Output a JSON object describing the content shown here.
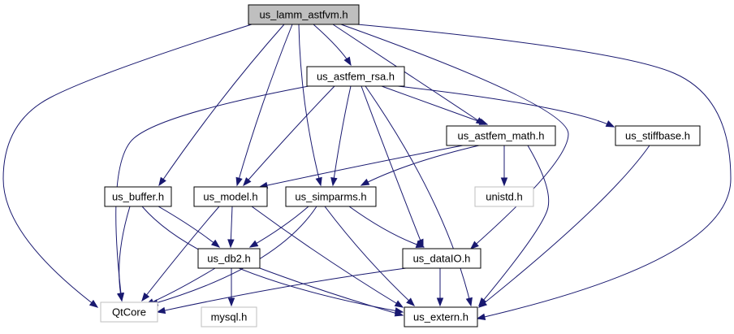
{
  "diagram": {
    "type": "include-dependency-graph",
    "colors": {
      "edge": "#191970",
      "root_fill": "#bfbfbf",
      "node_fill": "#ffffff",
      "node_border": "#000000",
      "missing_border": "#bfbfbf"
    },
    "nodes": [
      {
        "id": "root",
        "label": "us_lamm_astfvm.h",
        "kind": "root"
      },
      {
        "id": "rsa",
        "label": "us_astfem_rsa.h",
        "kind": "file"
      },
      {
        "id": "math",
        "label": "us_astfem_math.h",
        "kind": "file"
      },
      {
        "id": "stiff",
        "label": "us_stiffbase.h",
        "kind": "file"
      },
      {
        "id": "buffer",
        "label": "us_buffer.h",
        "kind": "file"
      },
      {
        "id": "model",
        "label": "us_model.h",
        "kind": "file"
      },
      {
        "id": "simparms",
        "label": "us_simparms.h",
        "kind": "file"
      },
      {
        "id": "unistd",
        "label": "unistd.h",
        "kind": "system"
      },
      {
        "id": "db2",
        "label": "us_db2.h",
        "kind": "file"
      },
      {
        "id": "dataio",
        "label": "us_dataIO.h",
        "kind": "file"
      },
      {
        "id": "qtcore",
        "label": "QtCore",
        "kind": "system"
      },
      {
        "id": "mysql",
        "label": "mysql.h",
        "kind": "system"
      },
      {
        "id": "extern",
        "label": "us_extern.h",
        "kind": "file"
      }
    ],
    "edges": [
      {
        "from": "root",
        "to": "rsa"
      },
      {
        "from": "root",
        "to": "math"
      },
      {
        "from": "root",
        "to": "buffer"
      },
      {
        "from": "root",
        "to": "model"
      },
      {
        "from": "root",
        "to": "simparms"
      },
      {
        "from": "root",
        "to": "dataio"
      },
      {
        "from": "root",
        "to": "qtcore"
      },
      {
        "from": "root",
        "to": "extern"
      },
      {
        "from": "rsa",
        "to": "math"
      },
      {
        "from": "rsa",
        "to": "stiff"
      },
      {
        "from": "rsa",
        "to": "model"
      },
      {
        "from": "rsa",
        "to": "simparms"
      },
      {
        "from": "rsa",
        "to": "dataio"
      },
      {
        "from": "rsa",
        "to": "qtcore"
      },
      {
        "from": "rsa",
        "to": "extern"
      },
      {
        "from": "math",
        "to": "model"
      },
      {
        "from": "math",
        "to": "simparms"
      },
      {
        "from": "math",
        "to": "unistd"
      },
      {
        "from": "math",
        "to": "extern"
      },
      {
        "from": "stiff",
        "to": "extern"
      },
      {
        "from": "buffer",
        "to": "db2"
      },
      {
        "from": "buffer",
        "to": "qtcore"
      },
      {
        "from": "buffer",
        "to": "extern"
      },
      {
        "from": "model",
        "to": "db2"
      },
      {
        "from": "model",
        "to": "qtcore"
      },
      {
        "from": "model",
        "to": "extern"
      },
      {
        "from": "simparms",
        "to": "db2"
      },
      {
        "from": "simparms",
        "to": "dataio"
      },
      {
        "from": "simparms",
        "to": "qtcore"
      },
      {
        "from": "simparms",
        "to": "extern"
      },
      {
        "from": "db2",
        "to": "qtcore"
      },
      {
        "from": "db2",
        "to": "mysql"
      },
      {
        "from": "db2",
        "to": "extern"
      },
      {
        "from": "dataio",
        "to": "qtcore"
      },
      {
        "from": "dataio",
        "to": "extern"
      }
    ]
  }
}
